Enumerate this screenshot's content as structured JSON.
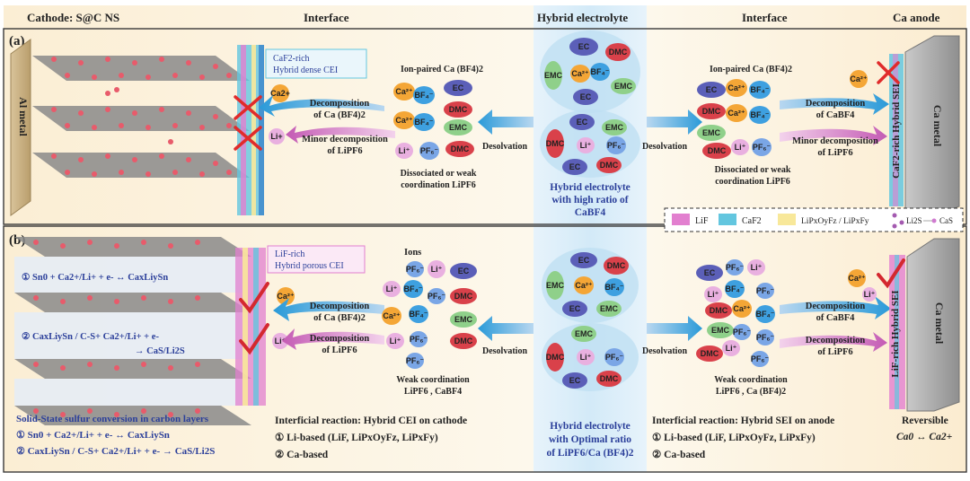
{
  "headers": {
    "cathode": "Cathode: S@C NS",
    "interface_left": "Interface",
    "hybrid_electrolyte": "Hybrid electrolyte",
    "interface_right": "Interface",
    "ca_anode": "Ca anode"
  },
  "panel_a": {
    "label": "(a)",
    "al_metal": "Al metal",
    "cei_label_1": "CaF2-rich",
    "cei_label_2": "Hybrid dense CEI",
    "ion_paired_left": "Ion-paired Ca (BF4)2",
    "ion_paired_right": "Ion-paired Ca (BF4)2",
    "decomp_left_1": "Decomposition",
    "decomp_left_2": "of Ca (BF4)2",
    "minor_left_1": "Minor decomposition",
    "minor_left_2": "of LiPF6",
    "dissoc_left_1": "Dissociated or weak",
    "dissoc_left_2": "coordination LiPF6",
    "desolvation_left": "Desolvation",
    "desolvation_right": "Desolvation",
    "electrolyte_1": "Hybrid electrolyte",
    "electrolyte_2": "with high ratio of",
    "electrolyte_3": "CaBF4",
    "decomp_right_1": "Decomposition",
    "decomp_right_2": "of CaBF4",
    "minor_right_1": "Minor decomposition",
    "minor_right_2": "of LiPF6",
    "dissoc_right_1": "Dissociated or weak",
    "dissoc_right_2": "coordination LiPF6",
    "sei_label": "CaF2-rich Hybrid SEI",
    "ca_metal": "Ca metal"
  },
  "legend": {
    "lif": "LiF",
    "caf2": "CaF2",
    "lipxoyfz": "LiPxOyFz / LiPxFy",
    "li2s": "Li2S",
    "cas": "CaS"
  },
  "panel_b": {
    "label": "(b)",
    "cei_label_1": "LiF-rich",
    "cei_label_2": "Hybrid porous CEI",
    "ions": "Ions",
    "eq1": "① Sn0 + Ca2+/Li+ + e- ↔ CaxLiySn",
    "eq2a": "② CaxLiySn / C-S+ Ca2+/Li+ + e-",
    "eq2b": "→ CaS/Li2S",
    "decomp_left_1": "Decomposition",
    "decomp_left_2": "of Ca (BF4)2",
    "decomp_lipf6_1": "Decomposition",
    "decomp_lipf6_2": "of LiPF6",
    "weak_left_1": "Weak coordination",
    "weak_left_2": "LiPF6 , CaBF4",
    "desolvation_left": "Desolvation",
    "desolvation_right": "Desolvation",
    "electrolyte_1": "Hybrid electrolyte",
    "electrolyte_2": "with Optimal ratio",
    "electrolyte_3": "of LiPF6/Ca (BF4)2",
    "weak_right_1": "Weak coordination",
    "weak_right_2": "LiPF6 , Ca (BF4)2",
    "decomp_right_1": "Decomposition",
    "decomp_right_2": "of CaBF4",
    "decomp_right_3": "Decomposition",
    "decomp_right_4": "of LiPF6",
    "sei_label": "LiF-rich Hybrid SEI",
    "ca_metal": "Ca metal",
    "solid_title": "Solid-State sulfur conversion in carbon layers",
    "solid_eq1": "① Sn0 + Ca2+/Li+ + e- ↔ CaxLiySn",
    "solid_eq2": "② CaxLiySn / C-S+ Ca2+/Li+ + e- → CaS/Li2S",
    "cei_title": "Interficial reaction: Hybrid CEI on cathode",
    "cei_item1": "① Li-based (LiF, LiPxOyFz, LiPxFy)",
    "cei_item2": "② Ca-based",
    "sei_title": "Interficial reaction: Hybrid SEI on anode",
    "sei_item1": "① Li-based (LiF, LiPxOyFz, LiPxFy)",
    "sei_item2": "② Ca-based",
    "reversible": "Reversible",
    "reversible_eq": "Ca0 ↔ Ca2+"
  },
  "molecules": {
    "ec": "EC",
    "dmc": "DMC",
    "emc": "EMC",
    "ca": "Ca2+",
    "bf4": "BF4-",
    "pf6": "PF6-",
    "li": "Li+"
  },
  "colors": {
    "ec": "#5b5fb8",
    "dmc": "#d9414a",
    "emc": "#8fd08a",
    "ca": "#f4a636",
    "bf4": "#3ea0e0",
    "pf6": "#7aa6e6",
    "li": "#e9b0e0",
    "lif": "#e27fcf",
    "caf2": "#63c6df",
    "lipxoyfz": "#f8e89a",
    "frame": "#3a3a3a",
    "blue_text": "#2b3f9a",
    "cross": "#e02b2b",
    "check": "#d4282f"
  }
}
